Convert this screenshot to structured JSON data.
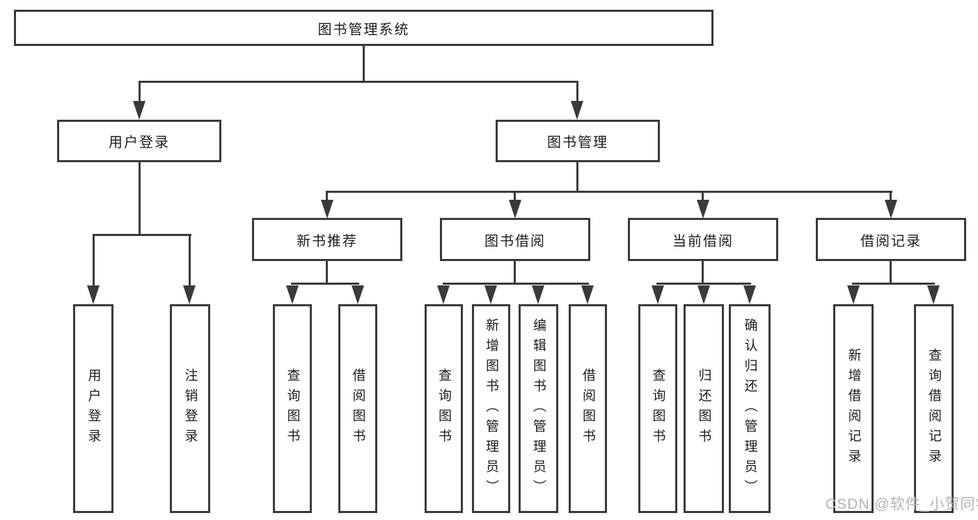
{
  "tree": {
    "root": {
      "id": "library-system",
      "label": "图书管理系统"
    },
    "children": [
      {
        "id": "user-login",
        "label": "用户登录",
        "children": [
          {
            "id": "leaf-user-login",
            "label": "用户登录"
          },
          {
            "id": "leaf-logout",
            "label": "注销登录"
          }
        ]
      },
      {
        "id": "book-management",
        "label": "图书管理",
        "children": [
          {
            "id": "new-book-recommend",
            "label": "新书推荐",
            "children": [
              {
                "id": "leaf-query-books",
                "label": "查询图书"
              },
              {
                "id": "leaf-borrow-books",
                "label": "借阅图书"
              }
            ]
          },
          {
            "id": "book-borrowing",
            "label": "图书借阅",
            "children": [
              {
                "id": "leaf-query-books",
                "label": "查询图书"
              },
              {
                "id": "leaf-add-books-admin",
                "label": "新增图书（管理员）"
              },
              {
                "id": "leaf-edit-books-admin",
                "label": "编辑图书（管理员）"
              },
              {
                "id": "leaf-borrow-books",
                "label": "借阅图书"
              }
            ]
          },
          {
            "id": "current-borrowing",
            "label": "当前借阅",
            "children": [
              {
                "id": "leaf-query-books",
                "label": "查询图书"
              },
              {
                "id": "leaf-return-books",
                "label": "归还图书"
              },
              {
                "id": "leaf-confirm-return-admin",
                "label": "确认归还（管理员）"
              }
            ]
          },
          {
            "id": "borrowing-records",
            "label": "借阅记录",
            "children": [
              {
                "id": "leaf-add-borrow-record",
                "label": "新增借阅记录"
              },
              {
                "id": "leaf-query-borrow-record",
                "label": "查询借阅记录"
              }
            ]
          }
        ]
      }
    ]
  },
  "watermark": "CSDN @软件_小贺同学",
  "colors": {
    "line": "#3a3a3a",
    "text": "#1c1c1c",
    "watermark": "#b3b3b3",
    "background": "#ffffff"
  }
}
